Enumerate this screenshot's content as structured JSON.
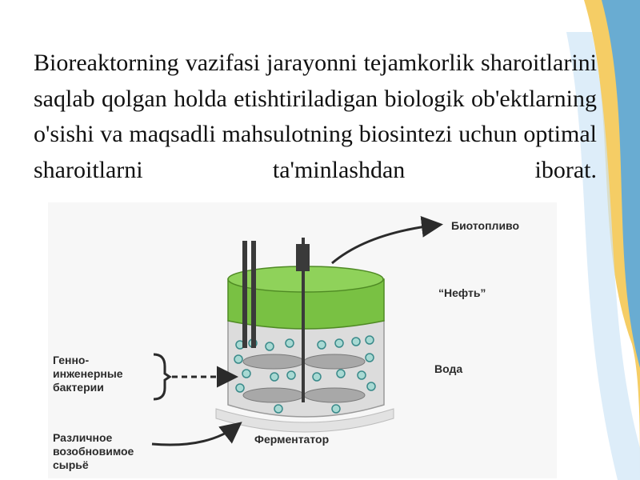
{
  "text": {
    "paragraph": "Bioreaktorning vazifasi jarayonni tejamkorlik sharoitlarini saqlab qolgan holda etishtiriladigan biologik ob'ektlarning o'sishi va maqsadli mahsulotning biosintezi uchun optimal sharoitlarni ta'minlashdan iborat."
  },
  "diagram": {
    "labels": {
      "biofuel": "Биотопливо",
      "oil": "“Нефть”",
      "water": "Вода",
      "bacteria": [
        "Генно-",
        "инженерные",
        "бактерии"
      ],
      "fermenter": "Ферментатор",
      "feedstock": [
        "Различное",
        "возобновимое",
        "сырьё"
      ]
    }
  },
  "colors": {
    "green_layer": "#79c143",
    "water_layer": "#dcdcdc",
    "bubble_fill": "#a8d9d3",
    "bubble_stroke": "#3a8a8a",
    "accent_blue": "#5aa9de",
    "accent_yellow": "#f3c44a"
  }
}
